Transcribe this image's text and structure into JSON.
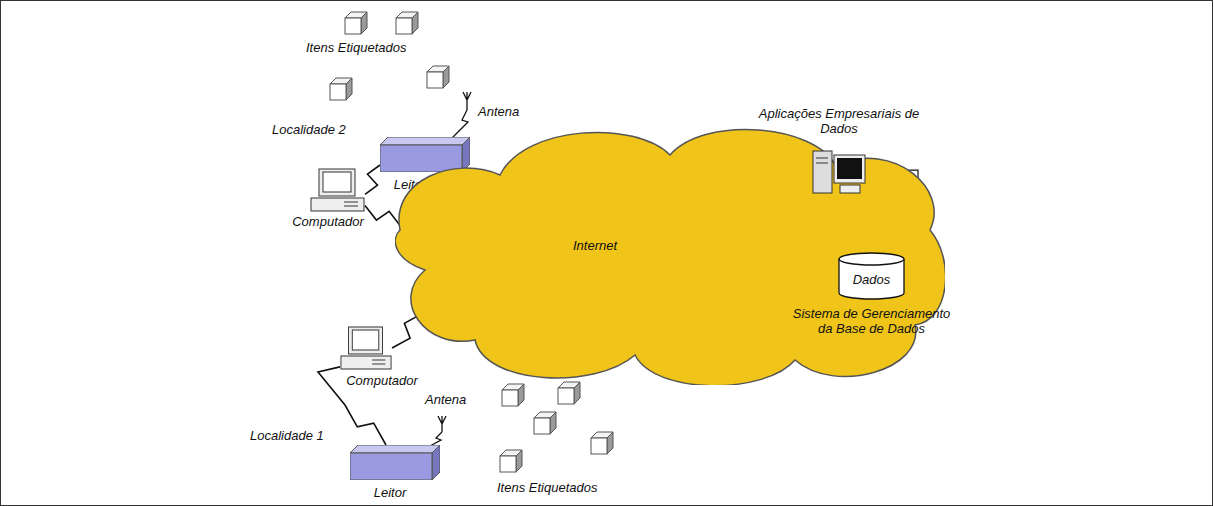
{
  "diagram": {
    "nodes": [
      {
        "text": [
          "Leitor"
        ]
      },
      {
        "text": [
          "Computador"
        ]
      },
      {
        "text": [
          "Internet"
        ]
      },
      {
        "text": [
          "Aplicações Empresariais de Dados"
        ]
      },
      {
        "text": [
          "Dados",
          "Sistema de Gerenciamento da Base de Dados"
        ]
      },
      {
        "text": [
          "Computador"
        ]
      },
      {
        "text": [
          "Leitor"
        ]
      }
    ],
    "edges": [
      {
        "from": 0,
        "to": 1,
        "arrow": "none"
      },
      {
        "from": 1,
        "to": 2,
        "arrow": "none"
      },
      {
        "from": 2,
        "to": 3,
        "arrow": "none"
      },
      {
        "from": 3,
        "to": 4,
        "arrow": "none"
      },
      {
        "from": 5,
        "to": 2,
        "arrow": "none"
      },
      {
        "from": 6,
        "to": 5,
        "arrow": "none"
      }
    ],
    "labels": [
      "Itens Etiquetados",
      "Antena",
      "Localidade 2",
      "Antena",
      "Localidade 1",
      "Itens Etiquetados"
    ]
  }
}
